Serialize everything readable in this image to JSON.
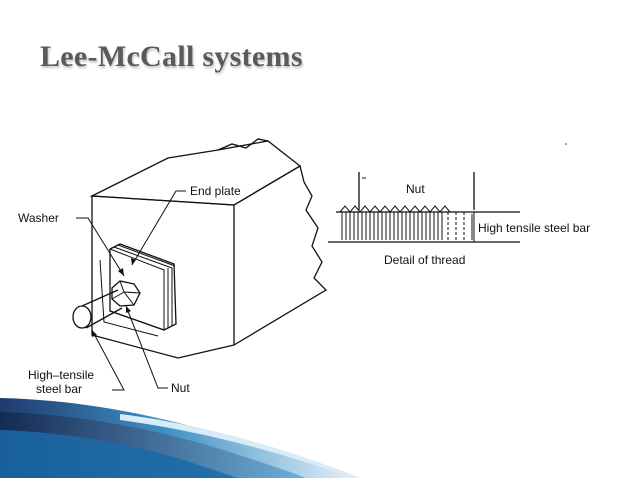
{
  "slide": {
    "title": "Lee-McCall systems"
  },
  "labels": {
    "end_plate": "End plate",
    "washer": "Washer",
    "bar": "High–tensile steel bar",
    "bar_line1": "High–tensile",
    "bar_line2": "steel bar",
    "nut": "Nut",
    "thread_nut": "Nut",
    "thread_bar": "High tensile steel bar",
    "thread_caption": "Detail of thread"
  },
  "colors": {
    "title": "#5a5a5a",
    "accent_dark": "#1f3a6e",
    "accent_mid": "#3d8fc4",
    "accent_light": "#b9d9ee"
  }
}
